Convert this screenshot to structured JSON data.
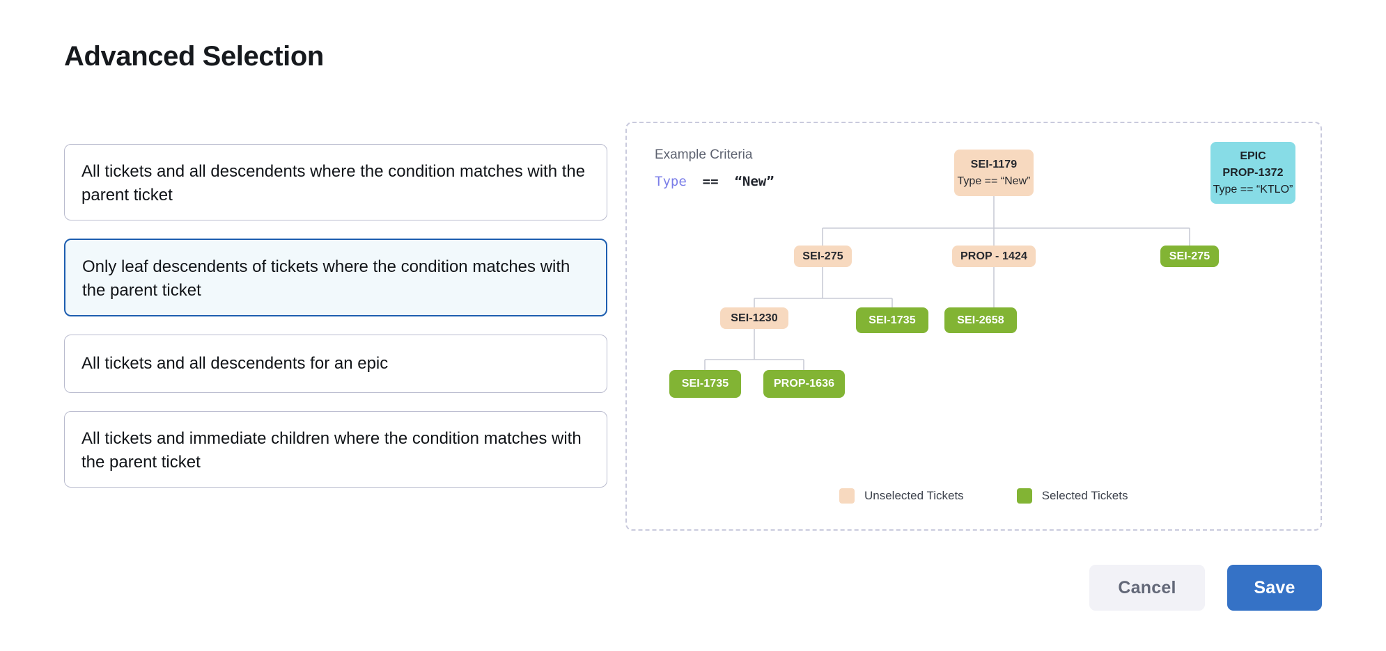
{
  "page": {
    "title": "Advanced Selection"
  },
  "options": [
    {
      "id": "all-descendents-condition",
      "label": "All tickets and all descendents where the condition matches with the parent ticket",
      "selected": false
    },
    {
      "id": "leaf-descendents-condition",
      "label": "Only leaf descendents of tickets where the condition matches with the parent ticket",
      "selected": true
    },
    {
      "id": "all-descendents-epic",
      "label": "All tickets and all descendents for an epic",
      "selected": false
    },
    {
      "id": "immediate-children-condition",
      "label": "All tickets and immediate children where the condition matches with the parent ticket",
      "selected": false
    }
  ],
  "diagram": {
    "criteria_title": "Example Criteria",
    "criteria": {
      "field": "Type",
      "operator": "==",
      "value": "“New”"
    },
    "nodes": {
      "root": {
        "code": "SEI-1179",
        "condition": "Type == “New”",
        "state": "unselected"
      },
      "epic": {
        "epic_label": "EPIC",
        "code": "PROP-1372",
        "condition": "Type == “KTLO”",
        "state": "epic"
      },
      "sei275a": {
        "code": "SEI-275",
        "state": "unselected"
      },
      "prop1424": {
        "code": "PROP - 1424",
        "state": "unselected"
      },
      "sei275b": {
        "code": "SEI-275",
        "state": "selected"
      },
      "sei1230": {
        "code": "SEI-1230",
        "state": "unselected"
      },
      "sei1735a": {
        "code": "SEI-1735",
        "state": "selected"
      },
      "sei2658": {
        "code": "SEI-2658",
        "state": "selected"
      },
      "sei1735b": {
        "code": "SEI-1735",
        "state": "selected"
      },
      "prop1636": {
        "code": "PROP-1636",
        "state": "selected"
      }
    },
    "legend": [
      {
        "id": "unselected",
        "label": "Unselected Tickets",
        "color": "#f7d9bf"
      },
      {
        "id": "selected",
        "label": "Selected Tickets",
        "color": "#82b434"
      }
    ]
  },
  "footer": {
    "cancel_label": "Cancel",
    "save_label": "Save"
  },
  "colors": {
    "accent_blue": "#3572c6",
    "selected_card_border": "#1d5eb0",
    "selected_card_bg": "#f2f9fc",
    "card_border": "#b9bbce",
    "unselected_node": "#f7d9bf",
    "selected_node": "#82b434",
    "epic_node": "#87dce6",
    "criteria_field": "#7b7ee8",
    "connector_line": "#c9cbd6"
  }
}
